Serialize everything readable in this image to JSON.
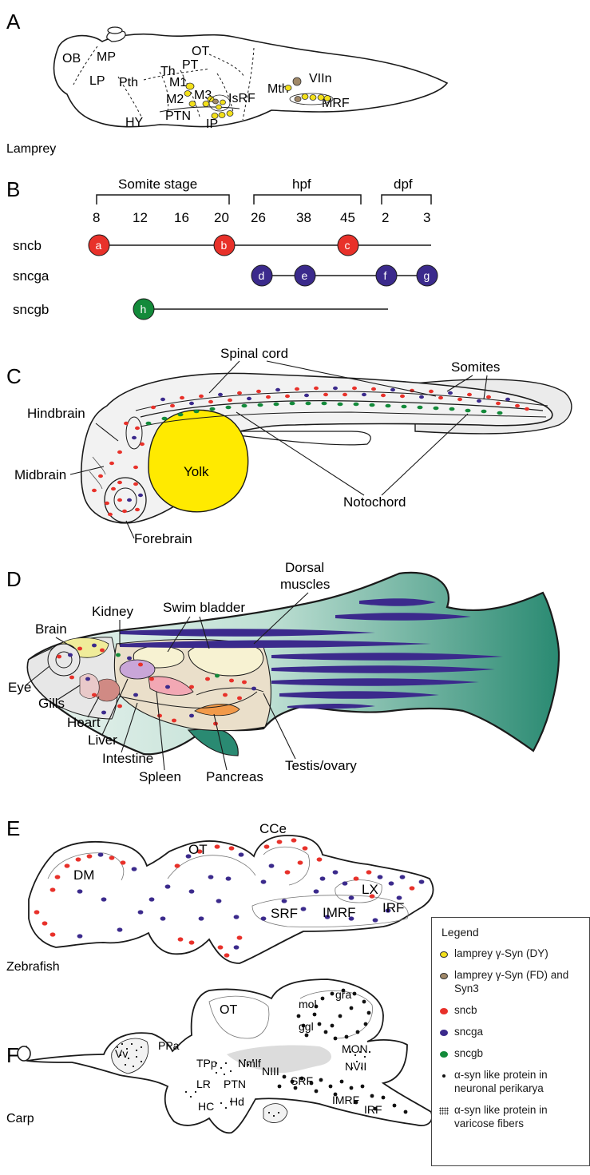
{
  "colors": {
    "sncb": "#e8312a",
    "sncga": "#3b2a8c",
    "sncgb": "#138a3a",
    "lamprey_dy": "#f3e01a",
    "lamprey_fd": "#a08868",
    "yolk": "#ffea00",
    "fish_tail": "#2a8a72"
  },
  "panelA": {
    "letter": "A",
    "caption": "Lamprey",
    "labels": {
      "ob": "OB",
      "mp": "MP",
      "lp": "LP",
      "th": "Th",
      "pt": "PT",
      "ot": "OT",
      "pth": "Pth",
      "m1": "M1",
      "m2": "M2",
      "m3": "M3",
      "isrf": "IsRF",
      "hy": "HY",
      "ptn": "PTN",
      "ip": "IP",
      "mth": "Mth",
      "viin": "VIIn",
      "mrf": "MRF"
    }
  },
  "panelB": {
    "letter": "B",
    "groups": {
      "somite": "Somite stage",
      "hpf": "hpf",
      "dpf": "dpf"
    },
    "ticks": {
      "t8": "8",
      "t12": "12",
      "t16": "16",
      "t20": "20",
      "t26": "26",
      "t38": "38",
      "t45": "45",
      "t2": "2",
      "t3": "3"
    },
    "genes": {
      "sncb": "sncb",
      "sncga": "sncga",
      "sncgb": "sncgb"
    },
    "nodes": {
      "a": "a",
      "b": "b",
      "c": "c",
      "d": "d",
      "e": "e",
      "f": "f",
      "g": "g",
      "h": "h"
    }
  },
  "panelC": {
    "letter": "C",
    "labels": {
      "spinal": "Spinal cord",
      "somites": "Somites",
      "hindbrain": "Hindbrain",
      "yolk": "Yolk",
      "midbrain": "Midbrain",
      "notochord": "Notochord",
      "forebrain": "Forebrain"
    }
  },
  "panelD": {
    "letter": "D",
    "labels": {
      "dorsal1": "Dorsal",
      "dorsal2": "muscles",
      "kidney": "Kidney",
      "swim": "Swim bladder",
      "brain": "Brain",
      "eye": "Eye",
      "gills": "Gills",
      "heart": "Heart",
      "liver": "Liver",
      "intestine": "Intestine",
      "spleen": "Spleen",
      "pancreas": "Pancreas",
      "testis": "Testis/ovary"
    }
  },
  "panelE": {
    "letter": "E",
    "caption": "Zebrafish",
    "labels": {
      "ot": "OT",
      "cce": "CCe",
      "dm": "DM",
      "lx": "LX",
      "srf": "SRF",
      "imrf": "IMRF",
      "irf": "IRF"
    }
  },
  "panelF": {
    "letter": "F",
    "caption": "Carp",
    "labels": {
      "ot": "OT",
      "mol": "mol",
      "gra": "gra",
      "ggl": "ggl",
      "mon": "MON",
      "vv": "Vv",
      "ppa": "PPa",
      "tpp": "TPp",
      "nmlf": "Nmlf",
      "niii": "NIII",
      "nvii": "NVII",
      "srf": "SRF",
      "lr": "LR",
      "ptn": "PTN",
      "imrf": "IMRF",
      "irf": "IRF",
      "hc": "HC",
      "hd": "Hd"
    }
  },
  "legend": {
    "title": "Legend",
    "items": [
      {
        "label": "lamprey γ-Syn (DY)",
        "swatch": "yellow-dot"
      },
      {
        "label": "lamprey γ-Syn (FD) and Syn3",
        "swatch": "brown-dot"
      },
      {
        "label": "sncb",
        "swatch": "red-dot"
      },
      {
        "label": "sncga",
        "swatch": "blue-dot"
      },
      {
        "label": "sncgb",
        "swatch": "green-dot"
      },
      {
        "label": "α-syn like protein in neuronal perikarya",
        "swatch": "black-dot"
      },
      {
        "label": "α-syn like protein in varicose fibers",
        "swatch": "stipple"
      }
    ]
  }
}
